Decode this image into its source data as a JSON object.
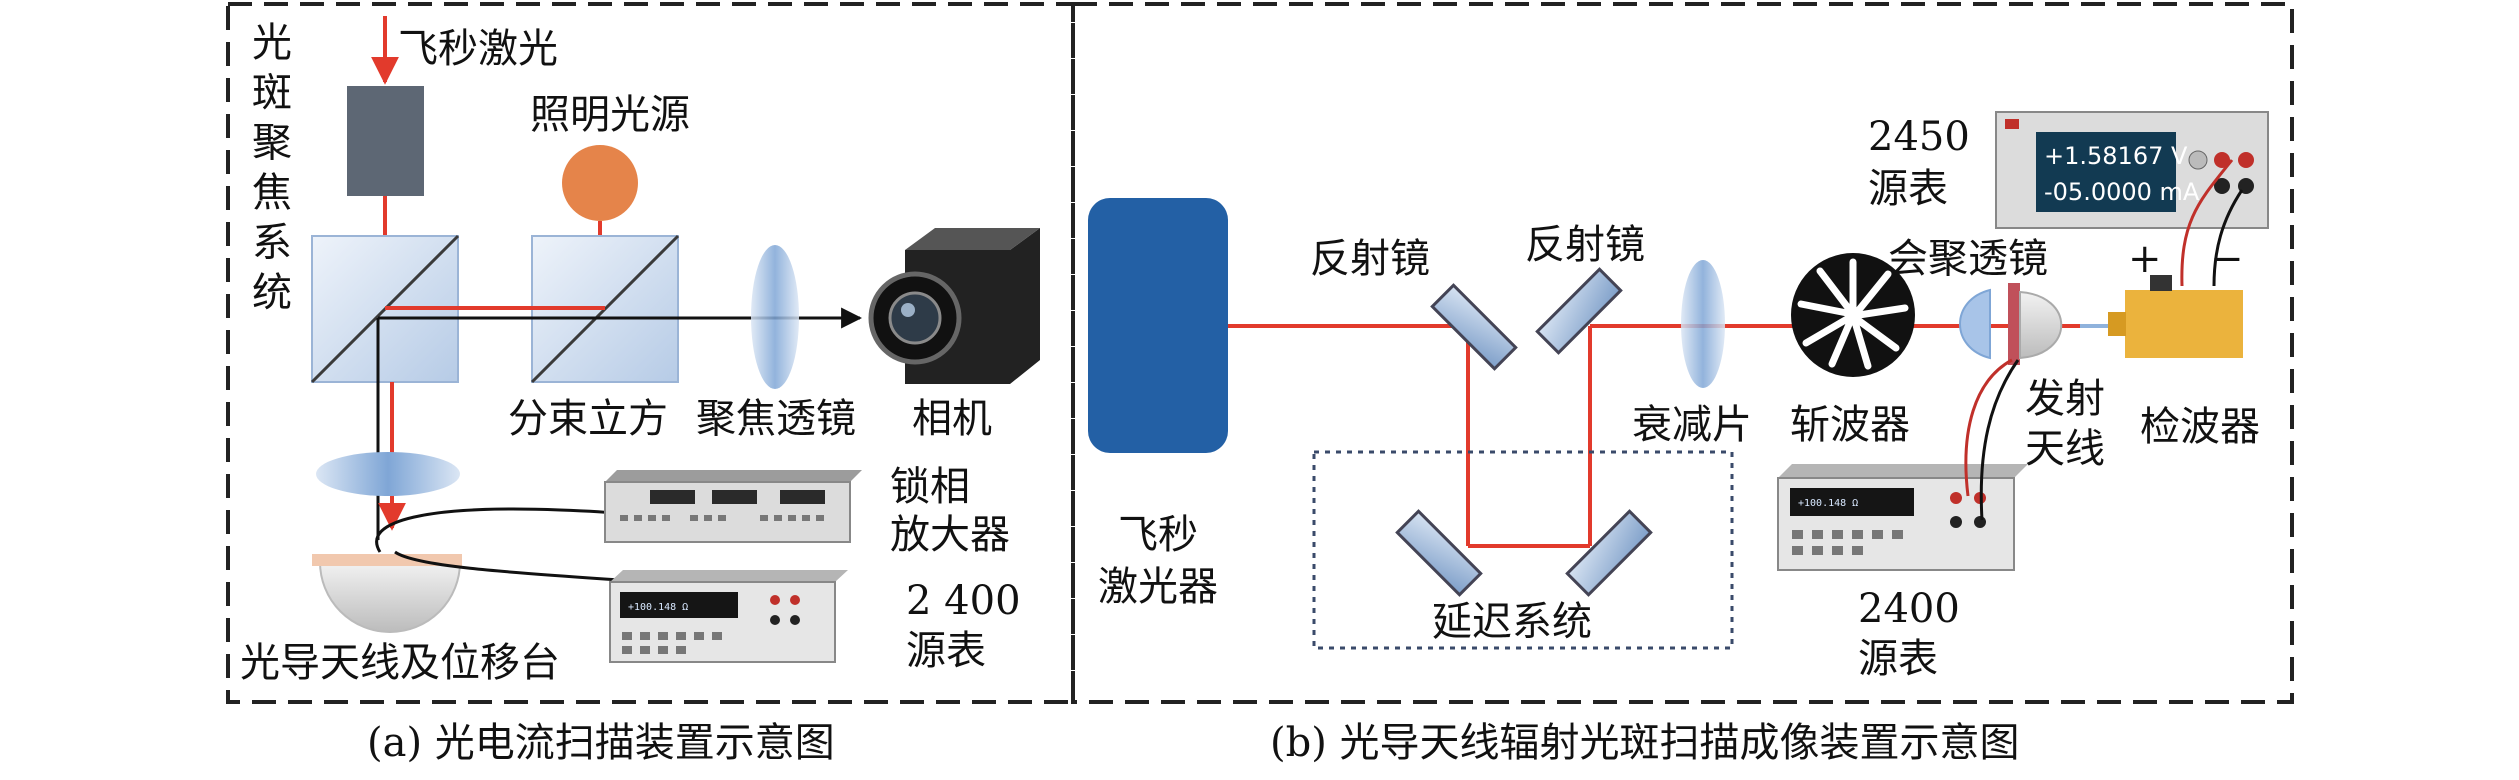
{
  "panel_a": {
    "vertical_label": [
      "光",
      "斑",
      "聚",
      "焦",
      "系",
      "统"
    ],
    "femtosecond_laser": "飞秒激光",
    "illumination_source": "照明光源",
    "beam_splitter_cube": "分束立方",
    "focusing_lens": "聚焦透镜",
    "camera": "相机",
    "lock_in_amplifier": [
      "锁相",
      "放大器"
    ],
    "source_meter": [
      "2 400",
      "源表"
    ],
    "stage_label": "光导天线及位移台",
    "caption": "(a) 光电流扫描装置示意图"
  },
  "panel_b": {
    "femtosecond_laser": [
      "飞秒",
      "激光器"
    ],
    "mirror_1": "反射镜",
    "mirror_2": "反射镜",
    "delay_system": "延迟系统",
    "attenuator": "衰减片",
    "chopper": "斩波器",
    "converging_lens": "会聚透镜",
    "emitting_antenna": [
      "发射",
      "天线"
    ],
    "detector": "检波器",
    "meter_2450": [
      "2450",
      "源表"
    ],
    "meter_2400": [
      "2400",
      "源表"
    ],
    "plus": "+",
    "minus": "−",
    "meter_2450_display": [
      "+1.58167 V",
      "-05.0000 mA"
    ],
    "meter_2400_display": "+100.148 Ω",
    "caption": "(b) 光导天线辐射光斑扫描成像装置示意图"
  },
  "colors": {
    "laser_beam": "#e23a2c",
    "laser_block": "#2360a5",
    "illumination": "#e5844a",
    "detector": "#ebb33d",
    "frame": "#222222"
  }
}
